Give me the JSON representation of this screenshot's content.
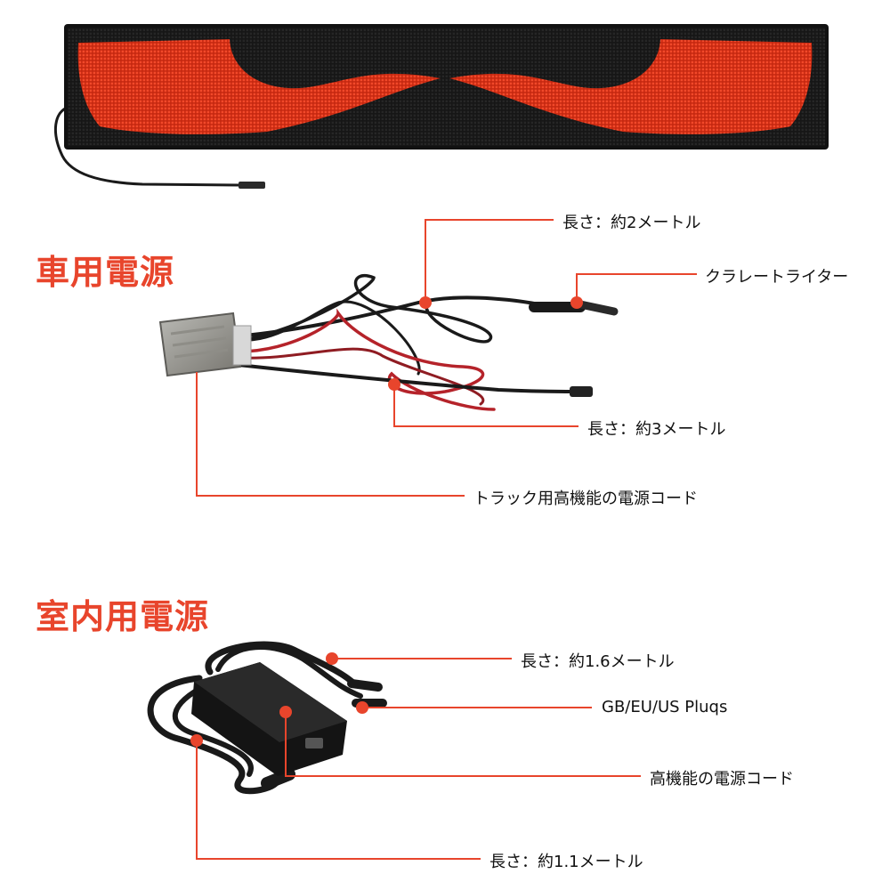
{
  "colors": {
    "accent": "#e8452c",
    "leader_line": "#e8452c",
    "led_red": "#e83a1f",
    "panel_black": "#151515",
    "cable_black": "#1a1a1a",
    "cable_red": "#b5232a"
  },
  "sections": {
    "vehicle": {
      "heading": "車用電源",
      "callouts": {
        "cable_length_2m": "長さ：約2メートル",
        "cigarette_lighter": "クラレートライター",
        "cable_length_3m": "長さ：約3メートル",
        "truck_power_cord": "トラック用高機能の電源コード"
      }
    },
    "indoor": {
      "heading": "室内用電源",
      "callouts": {
        "cable_length_1_6m": "長さ：約1.6メートル",
        "plugs": "GB/EU/US Pluqs",
        "power_cord": "高機能の電源コード",
        "cable_length_1_1m": "長さ：約1.1メートル"
      }
    }
  },
  "icons": {
    "led_panel": "led-matrix-panel-with-eyes",
    "converter": "dc-converter-box",
    "adapter": "ac-adapter-brick"
  }
}
